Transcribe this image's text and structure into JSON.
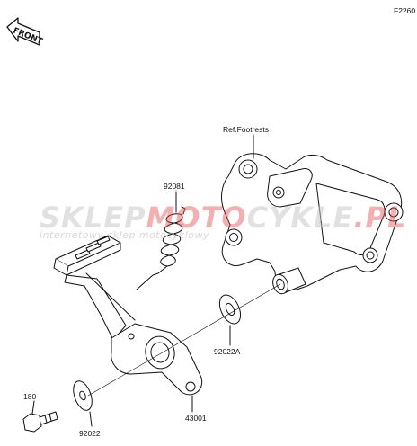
{
  "diagram_code": "F2260",
  "orientation_label": "FRONT",
  "labels": {
    "ref_footrests": "Ref.Footrests",
    "spring": "92081",
    "washer_right": "92022A",
    "bolt": "180",
    "washer_left": "92022",
    "pedal": "43001"
  },
  "watermark": {
    "brand_part1": "SKLEP",
    "brand_part2": "MOTO",
    "brand_part3": "CYKLE",
    "brand_part4": ".PL",
    "tagline": "internetowy sklep motocyklowy"
  }
}
